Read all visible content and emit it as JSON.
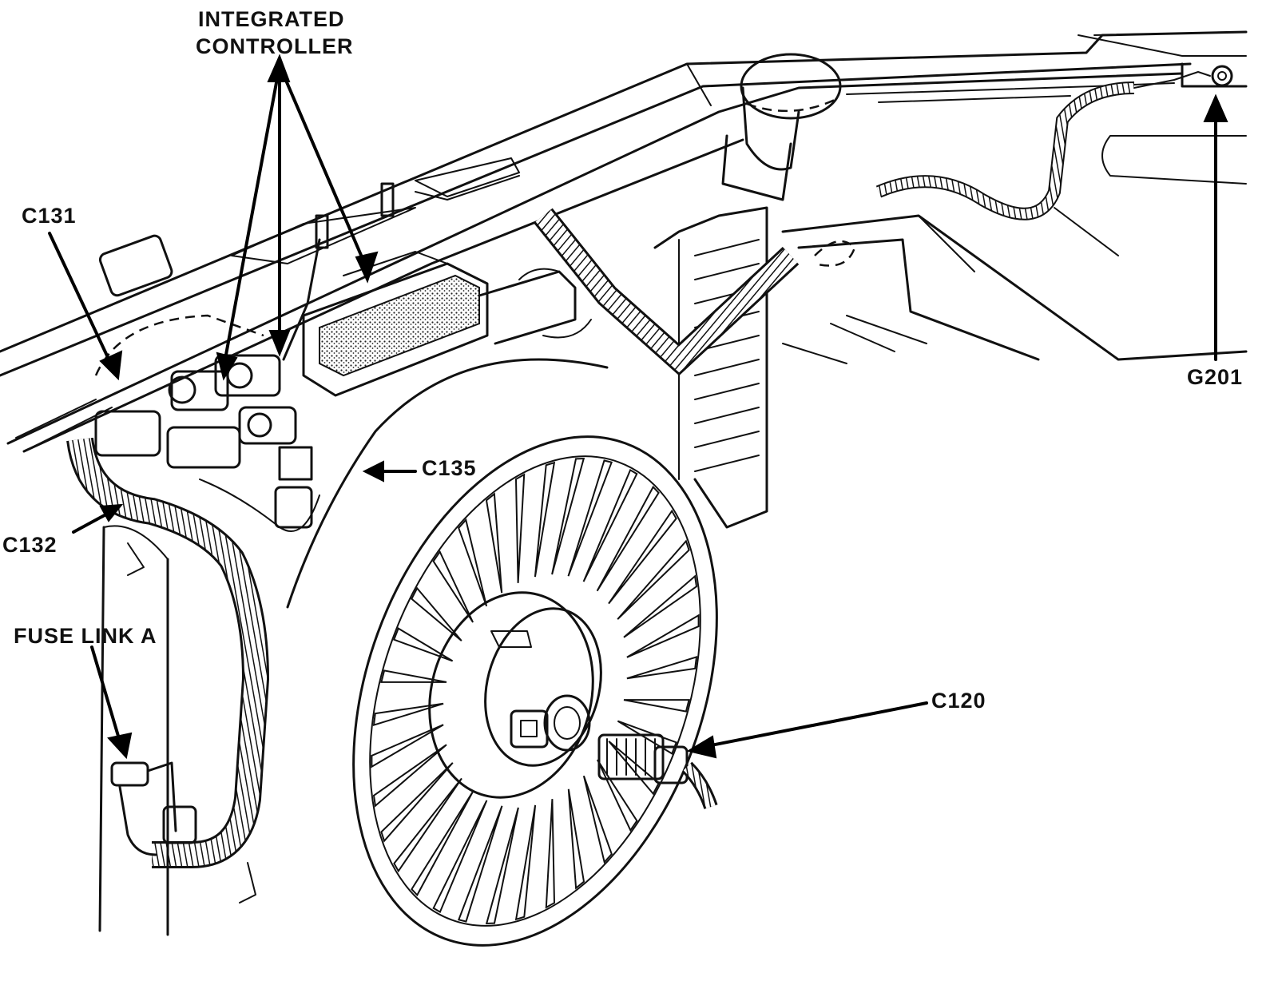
{
  "labels": {
    "integrated_controller_line1": "INTEGRATED",
    "integrated_controller_line2": "CONTROLLER",
    "c131": "C131",
    "g201": "G201",
    "c135": "C135",
    "c132": "C132",
    "fuse_link_a": "FUSE LINK A",
    "c120": "C120"
  }
}
